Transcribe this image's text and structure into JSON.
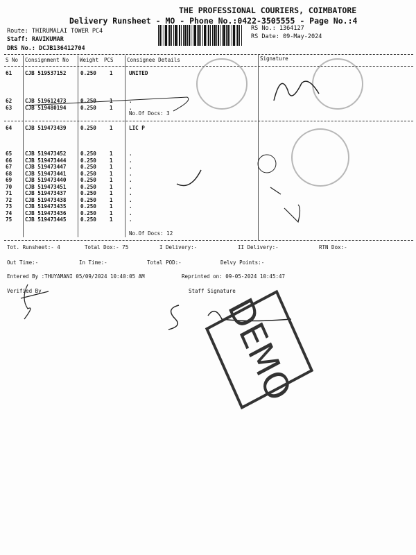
{
  "header": {
    "company": "THE PROFESSIONAL COURIERS, COIMBATORE",
    "subtitle": "Delivery Runsheet - MO - Phone No.:0422-3505555 - Page No.:4",
    "route": "Route: THIRUMALAI TOWER PC4",
    "staff": "Staff: RAVIKUMAR",
    "drs": "DRS No.: DCJB136412704",
    "rs_no": "RS No.: 1364127",
    "rs_date": "RS Date: 09-May-2024"
  },
  "columns": [
    "S No",
    "Consignment No",
    "Weight",
    "PCS",
    "Consignee Details",
    "Signature"
  ],
  "rows": [
    {
      "sno": "61",
      "cn": "CJB 519537152",
      "wt": "0.250",
      "pcs": "1",
      "details": "UNITED"
    },
    {
      "sno": "62",
      "cn": "CJB 519612473",
      "wt": "0.250",
      "pcs": "1",
      "details": "."
    },
    {
      "sno": "63",
      "cn": "CJB 519480194",
      "wt": "0.250",
      "pcs": "1",
      "details": "."
    },
    {
      "sno": "64",
      "cn": "CJB 519473439",
      "wt": "0.250",
      "pcs": "1",
      "details": "LIC P"
    },
    {
      "sno": "65",
      "cn": "CJB 519473452",
      "wt": "0.250",
      "pcs": "1",
      "details": "."
    },
    {
      "sno": "66",
      "cn": "CJB 519473444",
      "wt": "0.250",
      "pcs": "1",
      "details": "."
    },
    {
      "sno": "67",
      "cn": "CJB 519473447",
      "wt": "0.250",
      "pcs": "1",
      "details": "."
    },
    {
      "sno": "68",
      "cn": "CJB 519473441",
      "wt": "0.250",
      "pcs": "1",
      "details": "."
    },
    {
      "sno": "69",
      "cn": "CJB 519473440",
      "wt": "0.250",
      "pcs": "1",
      "details": "."
    },
    {
      "sno": "70",
      "cn": "CJB 519473451",
      "wt": "0.250",
      "pcs": "1",
      "details": "."
    },
    {
      "sno": "71",
      "cn": "CJB 519473437",
      "wt": "0.250",
      "pcs": "1",
      "details": "."
    },
    {
      "sno": "72",
      "cn": "CJB 519473438",
      "wt": "0.250",
      "pcs": "1",
      "details": "."
    },
    {
      "sno": "73",
      "cn": "CJB 519473435",
      "wt": "0.250",
      "pcs": "1",
      "details": "."
    },
    {
      "sno": "74",
      "cn": "CJB 519473436",
      "wt": "0.250",
      "pcs": "1",
      "details": "."
    },
    {
      "sno": "75",
      "cn": "CJB 519473445",
      "wt": "0.250",
      "pcs": "1",
      "details": "."
    }
  ],
  "group1_docs": "No.Of Docs: 3",
  "group2_docs": "No.Of Docs: 12",
  "summary": {
    "tot_runsheet": "Tot. Runsheet:- 4",
    "total_dox": "Total Dox:-  75",
    "i_delivery": "I Delivery:-",
    "ii_delivery": "II Delivery:-",
    "rtn_dox": "RTN Dox:-",
    "out_time": "Out Time:-",
    "in_time": "In Time:-",
    "total_pod": "Total POD:-",
    "delvy_points": "Delvy Points:-",
    "entered_by": "Entered By :THUYAMANI 05/09/2024 10:40:05 AM",
    "reprinted": "Reprinted on: 09-05-2024 10:45:47",
    "verified_by": "Verified By",
    "staff_signature": "Staff Signature"
  },
  "watermark": "DEMO"
}
